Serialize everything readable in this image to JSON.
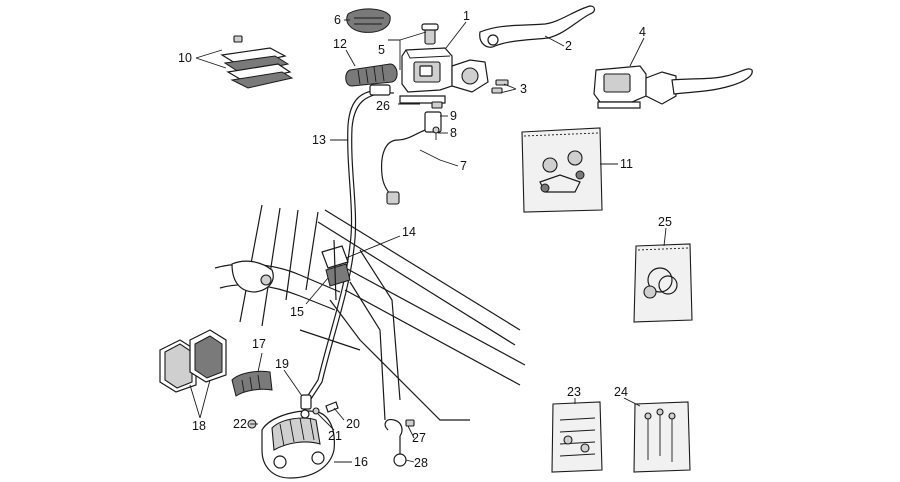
{
  "callouts": {
    "c1": "1",
    "c2": "2",
    "c3": "3",
    "c4": "4",
    "c5": "5",
    "c6": "6",
    "c7": "7",
    "c8": "8",
    "c9": "9",
    "c10": "10",
    "c11": "11",
    "c12": "12",
    "c13": "13",
    "c14": "14",
    "c15": "15",
    "c16": "16",
    "c17": "17",
    "c18": "18",
    "c19": "19",
    "c20": "20",
    "c21": "21",
    "c22": "22",
    "c23": "23",
    "c24": "24",
    "c25": "25",
    "c26": "26",
    "c27": "27",
    "c28": "28"
  },
  "colors": {
    "ink": "#1a1a1a",
    "paper": "#ffffff",
    "shade": "#cfcfcf"
  }
}
